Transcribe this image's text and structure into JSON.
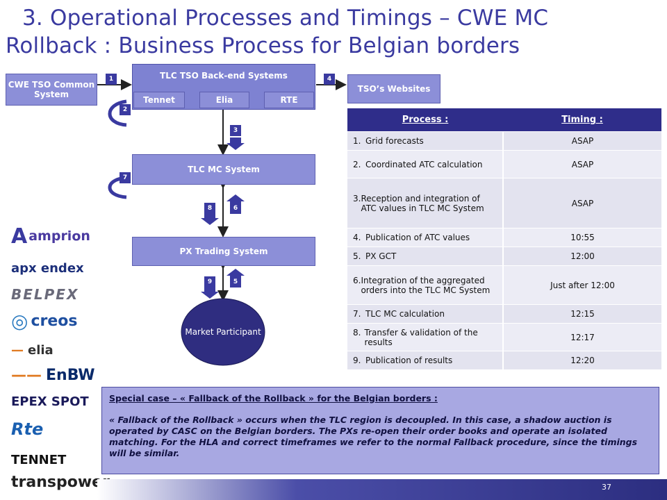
{
  "title": {
    "line1": "3. Operational Processes and Timings – CWE MC",
    "line2": "Rollback : Business Process for Belgian borders"
  },
  "diagram": {
    "cwe_tso": "CWE TSO Common System",
    "tlc_backend": "TLC TSO Back-end Systems",
    "tennet": "Tennet",
    "elia": "Elia",
    "rte": "RTE",
    "tso_websites": "TSO’s Websites",
    "tlc_mc": "TLC MC System",
    "px_trading": "PX Trading System",
    "market_participant": "Market Participant",
    "tags": [
      "1",
      "2",
      "3",
      "4",
      "5",
      "6",
      "7",
      "8",
      "9"
    ]
  },
  "table": {
    "header_process": "Process :",
    "header_timing": "Timing :",
    "rows": [
      {
        "n": "1.",
        "process": "Grid forecasts",
        "timing": "ASAP"
      },
      {
        "n": "2.",
        "process": "Coordinated ATC calculation",
        "timing": "ASAP"
      },
      {
        "n": "3.",
        "process": "Reception and integration of ATC values in TLC MC System",
        "timing": "ASAP"
      },
      {
        "n": "4.",
        "process": "Publication of ATC values",
        "timing": "10:55"
      },
      {
        "n": "5.",
        "process": "PX GCT",
        "timing": "12:00"
      },
      {
        "n": "6.",
        "process": "Integration of the aggregated orders into the TLC MC System",
        "timing": "Just after 12:00"
      },
      {
        "n": "7.",
        "process": "TLC MC calculation",
        "timing": "12:15"
      },
      {
        "n": "8.",
        "process": "Transfer & validation of the results",
        "timing": "12:17"
      },
      {
        "n": "9.",
        "process": "Publication of results",
        "timing": "12:20"
      }
    ]
  },
  "special": {
    "heading": "Special case – « Fallback of the Rollback » for the Belgian borders :",
    "body": "« Fallback of the Rollback » occurs when the TLC region is decoupled. In this case, a shadow auction is operated by CASC on the Belgian borders. The PXs re-open their order books and operate an isolated matching. For the HLA and correct timeframes we refer to the normal Fallback procedure, since the timings will be similar."
  },
  "logos": [
    "ampriοn",
    "apx endex",
    "BELPEX",
    "creos",
    "elia",
    "EnBW",
    "EPEX SPOT",
    "Rte",
    "TENNET",
    "transpower"
  ],
  "page_number": "37",
  "colors": {
    "title": "#3a3aa0",
    "box": "#8c8fd8",
    "header": "#2f2d8a",
    "special_bg": "#a8a8e2"
  }
}
